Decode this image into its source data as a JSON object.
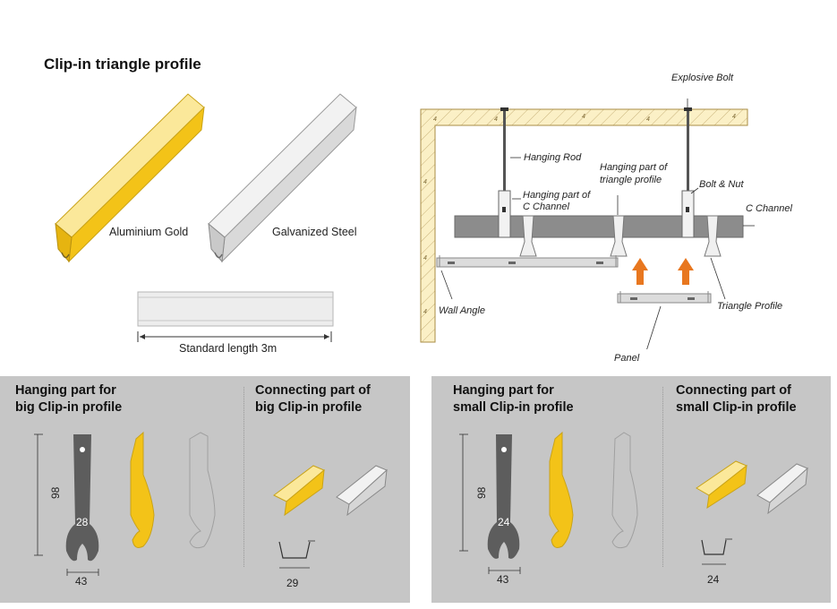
{
  "title": "Clip-in triangle profile",
  "profiles": {
    "gold_label": "Aluminium Gold",
    "steel_label": "Galvanized Steel",
    "length_label": "Standard length 3m"
  },
  "install": {
    "explosive_bolt": "Explosive Bolt",
    "hanging_rod": "Hanging Rod",
    "hanging_triangle_1": "Hanging part of",
    "hanging_triangle_2": "triangle profile",
    "hanging_c_1": "Hanging part of",
    "hanging_c_2": "C Channel",
    "bolt_nut": "Bolt & Nut",
    "c_channel": "C Channel",
    "wall_angle": "Wall Angle",
    "triangle_profile": "Triangle Profile",
    "panel": "Panel",
    "hatch_mark": "4"
  },
  "panels": [
    {
      "hanging_title_1": "Hanging part for",
      "hanging_title_2": "big Clip-in profile",
      "connecting_title_1": "Connecting part of",
      "connecting_title_2": "big Clip-in profile",
      "height": "98",
      "inner": "28",
      "width": "43",
      "connector_width": "29"
    },
    {
      "hanging_title_1": "Hanging part for",
      "hanging_title_2": "small Clip-in profile",
      "connecting_title_1": "Connecting part of",
      "connecting_title_2": "small Clip-in profile",
      "height": "98",
      "inner": "24",
      "width": "43",
      "connector_width": "24"
    }
  ],
  "colors": {
    "gold": "#f3c318",
    "gold_light": "#fbe89a",
    "steel": "#e4e4e4",
    "panel_bg": "#c6c6c6",
    "ceiling_fill": "#fbf0c6",
    "channel": "#8c8c8c",
    "arrow": "#e8771f",
    "hanger": "#5d5d5d"
  }
}
